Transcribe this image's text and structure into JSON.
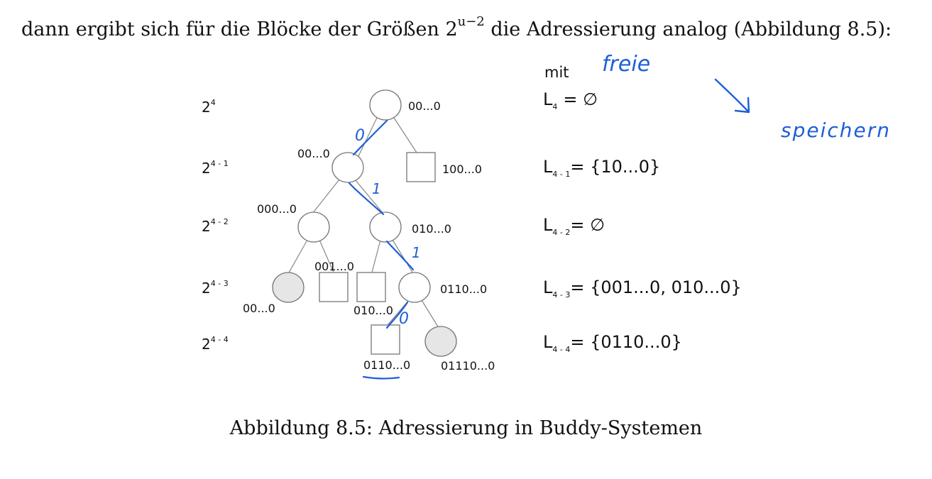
{
  "intro": {
    "before": "dann ergibt sich für die Blöcke der Größen 2",
    "exponent": "u−2",
    "after": " die Adressierung analog (Abbildung 8.5):"
  },
  "caption": "Abbildung 8.5: Adressierung in Buddy-Systemen",
  "diagram": {
    "levels": [
      {
        "base": "2",
        "exp": "4"
      },
      {
        "base": "2",
        "exp": "4 - 1"
      },
      {
        "base": "2",
        "exp": "4 - 2"
      },
      {
        "base": "2",
        "exp": "4 - 3"
      },
      {
        "base": "2",
        "exp": "4 - 4"
      }
    ],
    "node_labels": {
      "root": "00...0",
      "n_left1": "00...0",
      "sq_100": "100...0",
      "n_000": "000...0",
      "n_010": "010...0",
      "n_00_bottom": "00...0",
      "sq_001": "001...0",
      "sq_010": "010...0",
      "n_0110": "0110...0",
      "sq_0110": "0110...0",
      "n_01110": "01110...0"
    },
    "mit": "mit",
    "lists": [
      {
        "sub": "4",
        "value": "= ∅"
      },
      {
        "sub": "4 - 1",
        "value": "= {10...0}"
      },
      {
        "sub": "4 - 2",
        "value": "= ∅"
      },
      {
        "sub": "4 - 3",
        "value": "= {001...0, 010...0}"
      },
      {
        "sub": "4 - 4",
        "value": "= {0110...0}"
      }
    ],
    "list_letter": "L",
    "handwriting": {
      "freie": "freie",
      "speichern": "speichern",
      "path_bits": [
        "0",
        "1",
        "1",
        "0"
      ]
    },
    "colors": {
      "ink": "#1e5fd6",
      "allocated_fill": "#e6e6e6",
      "line": "#888888"
    }
  }
}
